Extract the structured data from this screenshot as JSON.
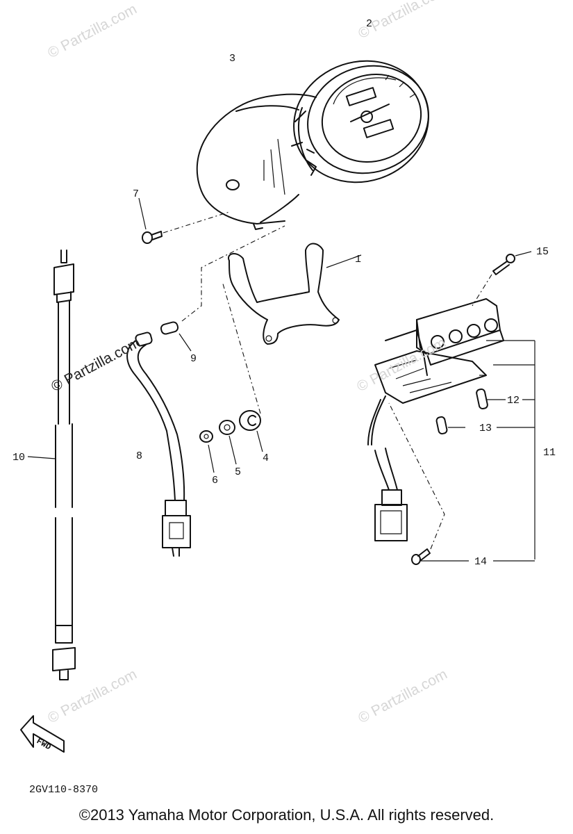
{
  "watermarks": [
    {
      "text": "© Partzilla.com",
      "style": "light"
    },
    {
      "text": "© Partzilla.com",
      "style": "light"
    },
    {
      "text": "© Partzilla.com",
      "style": "dark"
    },
    {
      "text": "© Partzilla.com",
      "style": "light"
    },
    {
      "text": "© Partzilla.com",
      "style": "light"
    },
    {
      "text": "© Partzilla.com",
      "style": "light"
    }
  ],
  "callouts": [
    "1",
    "2",
    "3",
    "4",
    "5",
    "6",
    "7",
    "8",
    "9",
    "10",
    "11",
    "12",
    "13",
    "14",
    "15"
  ],
  "fwd_label": "FWD",
  "diagram_code": "2GV110-8370",
  "copyright": "©2013 Yamaha Motor Corporation, U.S.A. All rights reserved."
}
